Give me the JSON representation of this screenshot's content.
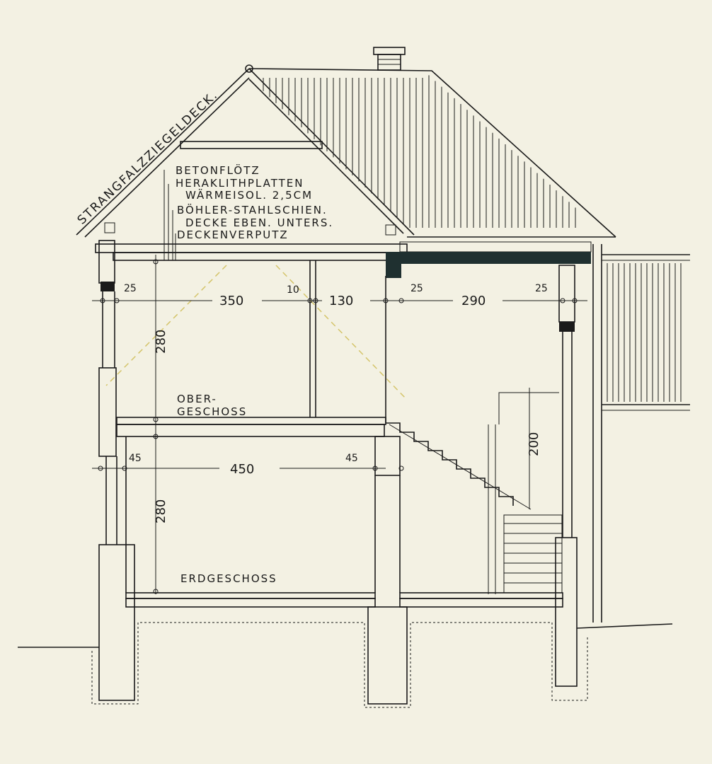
{
  "roof_label": "STRANGFALZZIEGELDECK.",
  "layers": [
    "BETONFLÖTZ",
    "HERAKLITHPLATTEN",
    "WÄRMEISOL. 2,5CM",
    "BÖHLER-STAHLSCHIEN.",
    "DECKE EBEN. UNTERS.",
    "DECKENVERPUTZ"
  ],
  "floors": {
    "upper_line1": "OBER-",
    "upper_line2": "GESCHOSS",
    "ground": "ERDGESCHOSS"
  },
  "dimensions": {
    "upper_row": [
      "25",
      "350",
      "10",
      "130",
      "25",
      "290",
      "25"
    ],
    "upper_height": "280",
    "lower_row": [
      "45",
      "450",
      "45"
    ],
    "lower_height": "280",
    "stair_height": "200"
  },
  "colors": {
    "paper": "#f3f1e3",
    "ink": "#1a1a1a",
    "masonry": "#efd2d2",
    "concrete": "#d5dcd8"
  }
}
